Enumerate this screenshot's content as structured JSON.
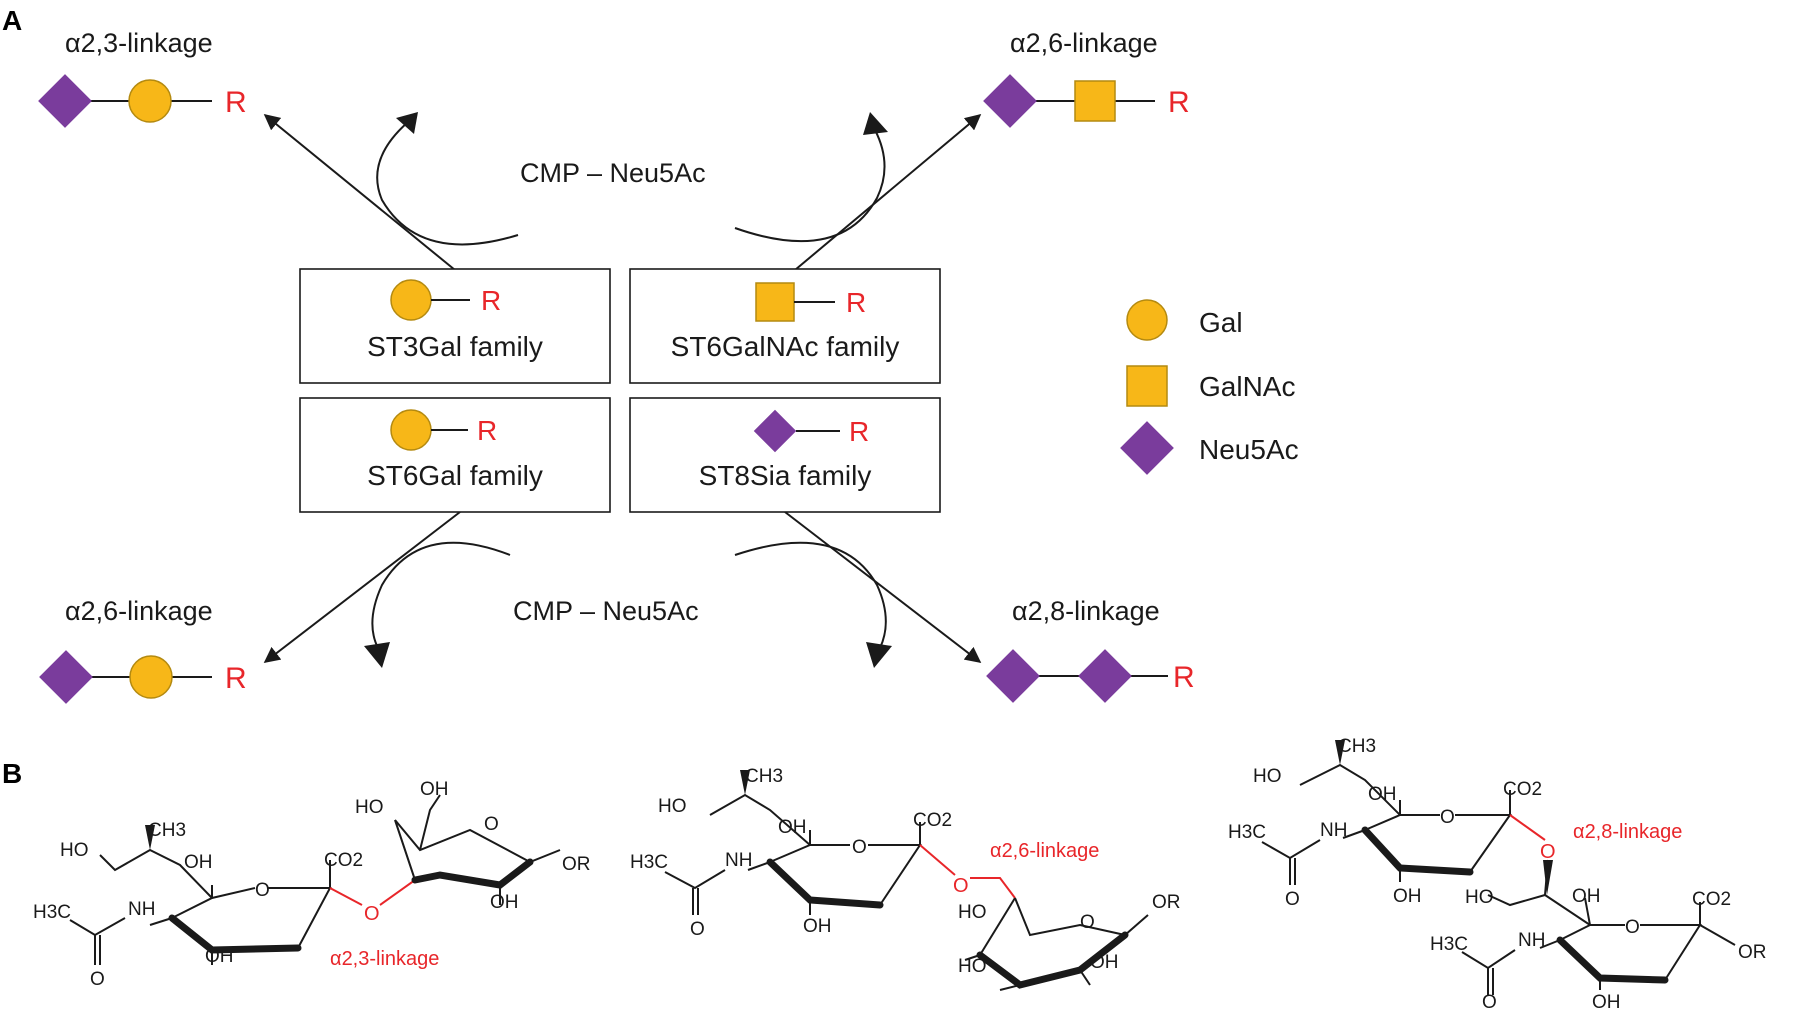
{
  "panels": {
    "a": "A",
    "b": "B"
  },
  "linkages": {
    "top_left": "α2,3-linkage",
    "top_right": "α2,6-linkage",
    "bottom_left": "α2,6-linkage",
    "bottom_right": "α2,8-linkage"
  },
  "donor": {
    "top": "CMP – Neu5Ac",
    "bottom": "CMP – Neu5Ac"
  },
  "acceptor_symbol": "R",
  "families": [
    {
      "name": "ST3Gal family",
      "acceptor": "Gal"
    },
    {
      "name": "ST6GalNAc family",
      "acceptor": "GalNAc"
    },
    {
      "name": "ST6Gal family",
      "acceptor": "Gal"
    },
    {
      "name": "ST8Sia family",
      "acceptor": "Neu5Ac"
    }
  ],
  "legend": [
    {
      "symbol": "circle",
      "label": "Gal"
    },
    {
      "symbol": "square",
      "label": "GalNAc"
    },
    {
      "symbol": "diamond",
      "label": "Neu5Ac"
    }
  ],
  "colors": {
    "gal": "#f7b718",
    "neu5ac": "#7a3c9c",
    "acceptor": "#e8262a",
    "line": "#1a1a1a"
  },
  "structures": [
    {
      "linkage": "α2,3-linkage",
      "labels": {
        "ch3": "CH3",
        "ho_top": "HO",
        "oh_a": "OH",
        "co2": "CO2",
        "h3c": "H3C",
        "nh": "NH",
        "carbonyl_o": "O",
        "ring_o": "O",
        "oh_b": "OH",
        "link_o": "O",
        "ho_gal1": "HO",
        "ho_gal2": "OH",
        "gal_o": "O",
        "or": "OR",
        "oh_gal": "OH"
      }
    },
    {
      "linkage": "α2,6-linkage",
      "labels": {
        "ch3": "CH3",
        "ho_top": "HO",
        "oh_a": "OH",
        "co2": "CO2",
        "h3c": "H3C",
        "nh": "NH",
        "carbonyl_o": "O",
        "ring_o": "O",
        "oh_b": "OH",
        "link_o": "O",
        "gal_o": "O",
        "or": "OR",
        "ho_gal1": "HO",
        "ho_gal2": "HO",
        "oh_gal": "OH"
      }
    },
    {
      "linkage": "α2,8-linkage",
      "labels": {
        "ch3": "CH3",
        "ho_top": "HO",
        "oh_a": "OH",
        "co2": "CO2",
        "h3c": "H3C",
        "nh": "NH",
        "carbonyl_o": "O",
        "ring_o": "O",
        "oh_b": "OH",
        "link_o": "O",
        "ho2": "HO",
        "oh2": "OH",
        "co2_2": "CO2",
        "h3c_2": "H3C",
        "nh_2": "NH",
        "carbonyl_o2": "O",
        "ring_o2": "O",
        "oh_c": "OH",
        "or": "OR"
      }
    }
  ]
}
